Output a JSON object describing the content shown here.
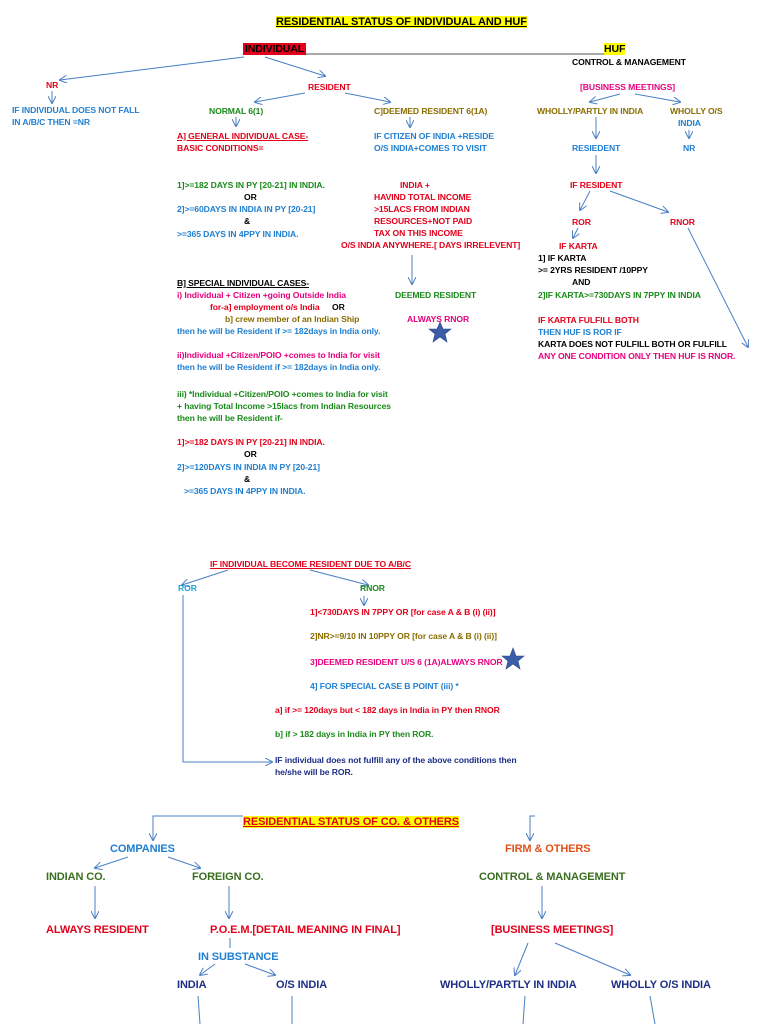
{
  "colors": {
    "line": "#4a7fc4",
    "star": "#3b5da8",
    "highlight": "#ffff00",
    "individual_bg": "#e2001a"
  },
  "title": "RESIDENTIAL STATUS OF INDIVIDUAL AND HUF",
  "individual": {
    "header": "INDIVIDUAL",
    "nr": "NR",
    "nr_note": [
      "IF INDIVIDUAL DOES NOT FALL",
      "IN A/B/C THEN =NR"
    ],
    "resident": "RESIDENT",
    "normal": "NORMAL 6(1)",
    "general_case": [
      "A] GENERAL INDIVIDUAL CASE-",
      "BASIC CONDITIONS="
    ],
    "cond1": "1]>=182 DAYS IN PY [20-21] IN INDIA.",
    "or1": "OR",
    "cond2": "2]>=60DAYS IN INDIA IN PY [20-21]",
    "amp1": "&",
    "cond3": ">=365 DAYS IN 4PPY IN INDIA.",
    "deemed_head": "C]DEEMED RESIDENT 6(1A)",
    "deemed_cond": [
      "IF CITIZEN OF INDIA +RESIDE",
      "O/S INDIA+COMES TO VISIT"
    ],
    "deemed_income": [
      "INDIA  +",
      "HAVIND TOTAL INCOME",
      ">15LACS FROM INDIAN",
      "RESOURCES+NOT PAID",
      "TAX ON THIS INCOME",
      "O/S INDIA ANYWHERE.[ DAYS IRRELEVENT]"
    ],
    "deemed_resident": "DEEMED RESIDENT",
    "always_rnor": "ALWAYS RNOR",
    "special_head": "B] SPECIAL INDIVIDUAL CASES-",
    "special_i": "i) Individual + Citizen +going Outside India",
    "special_ia": "for-a] employment o/s India",
    "special_or": "OR",
    "special_ib": "b] crew member of an Indian Ship",
    "special_i_then": "then he will be Resident if >= 182days in India only.",
    "special_ii": "ii)Individual +Citizen/POIO +comes to India for visit",
    "special_ii_then": "then he will be Resident if >= 182days in India only.",
    "special_iii": [
      "iii) *Individual +Citizen/POIO +comes to India for visit",
      "+ having Total Income >15lacs from Indian Resources",
      "then he will be Resident if-"
    ],
    "sp_cond1": "1]>=182 DAYS IN PY [20-21] IN INDIA.",
    "sp_or": "OR",
    "sp_cond2": "2]>=120DAYS IN INDIA IN PY [20-21]",
    "sp_amp": "&",
    "sp_cond3": ">=365 DAYS IN 4PPY IN INDIA."
  },
  "huf": {
    "header": "HUF",
    "control": "CONTROL & MANAGEMENT",
    "meetings": "[BUSINESS MEETINGS]",
    "wholly_partly": "WHOLLY/PARTLY IN INDIA",
    "wholly_os": "WHOLLY O/S",
    "india": "INDIA",
    "resident": "RESIEDENT",
    "nr": "NR",
    "if_resident": "IF RESIDENT",
    "ror": "ROR",
    "rnor": "RNOR",
    "if_karta": "IF KARTA",
    "karta1": "1] IF KARTA",
    "karta1b": ">= 2YRS RESIDENT /10PPY",
    "karta_and": "AND",
    "karta2": "2]IF KARTA>=730DAYS IN 7PPY IN INDIA",
    "fulfill": [
      "IF KARTA FULFILL BOTH",
      "THEN HUF IS ROR IF"
    ],
    "not_fulfill": "KARTA DOES NOT FULFILL BOTH OR FULFILL",
    "one_cond": "ANY ONE CONDITION ONLY THEN HUF IS RNOR."
  },
  "section2": {
    "head": "IF INDIVIDUAL BECOME RESIDENT DUE TO A/B/C",
    "ror": "ROR",
    "rnor": "RNOR",
    "c1": "1]<730DAYS IN 7PPY OR [for case A & B (i) (ii)]",
    "c2": "2]NR>=9/10 IN 10PPY OR [for case A & B (i) (ii)]",
    "c3": "3]DEEMED RESIDENT U/S 6 (1A)ALWAYS RNOR",
    "c4": "4] FOR SPECIAL CASE B POINT (iii) *",
    "ca": "a] if >= 120days but < 182 days in India in PY then RNOR",
    "cb": "b] if > 182 days in India in PY then ROR.",
    "final": [
      "IF individual does not fulfill any of the above conditions then",
      "he/she will be ROR."
    ]
  },
  "section3": {
    "head": "RESIDENTIAL STATUS OF CO. & OTHERS",
    "companies": "COMPANIES",
    "firm": "FIRM & OTHERS",
    "indian_co": "INDIAN CO.",
    "foreign_co": "FOREIGN CO.",
    "control": "CONTROL & MANAGEMENT",
    "always_resident": "ALWAYS RESIDENT",
    "poem": "P.O.E.M.[DETAIL MEANING IN FINAL]",
    "meetings": "[BUSINESS MEETINGS]",
    "substance": "IN SUBSTANCE",
    "india": "INDIA",
    "os_india": "O/S INDIA",
    "wholly_partly": "WHOLLY/PARTLY IN INDIA",
    "wholly_os": "WHOLLY O/S INDIA"
  }
}
